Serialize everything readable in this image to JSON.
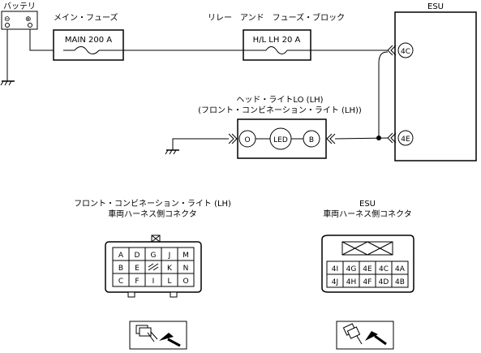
{
  "battery": {
    "label": "バッテリ",
    "minus": "⊖",
    "plus": "⊕"
  },
  "main_fuse": {
    "title": "メイン・フューズ",
    "label": "MAIN 200 A"
  },
  "relay_block": {
    "title": "リレー　アンド　フューズ・ブロック",
    "label": "H/L LH 20 A"
  },
  "esu": {
    "title": "ESU",
    "pin_top": "4C",
    "pin_bottom": "4E"
  },
  "headlight": {
    "title": "ヘッド・ライトLO (LH)",
    "subtitle": "(フロント・コンビネーション・ライト (LH))",
    "pin_left": "O",
    "center": "LED",
    "pin_right": "B"
  },
  "front_connector": {
    "title": "フロント・コンビネーション・ライト (LH)",
    "subtitle": "車両ハーネス側コネクタ",
    "rows": [
      [
        "A",
        "D",
        "G",
        "J",
        "M"
      ],
      [
        "B",
        "E",
        "",
        "K",
        "N"
      ],
      [
        "C",
        "F",
        "I",
        "L",
        "O"
      ]
    ]
  },
  "esu_connector": {
    "title": "ESU",
    "subtitle": "車両ハーネス側コネクタ",
    "rows": [
      [
        "4I",
        "4G",
        "4E",
        "4C",
        "4A"
      ],
      [
        "4J",
        "4H",
        "4F",
        "4D",
        "4B"
      ]
    ]
  }
}
